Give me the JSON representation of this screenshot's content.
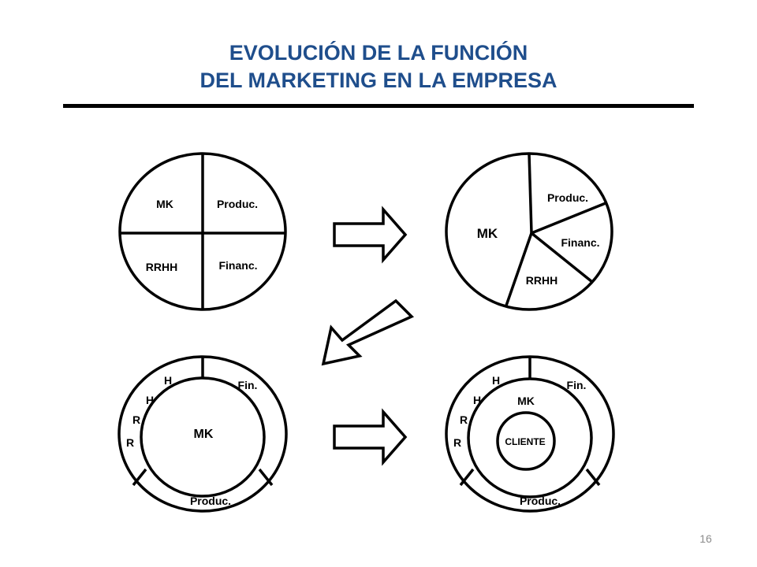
{
  "slide": {
    "title_line1": "EVOLUCIÓN DE LA FUNCIÓN",
    "title_line2": "DEL MARKETING EN LA EMPRESA",
    "page_number": "16",
    "accent_color": "#1f4e8c"
  },
  "stage1": {
    "mk": "MK",
    "produc": "Produc.",
    "rrhh": "RRHH",
    "financ": "Financ."
  },
  "stage2": {
    "mk": "MK",
    "produc": "Produc.",
    "financ": "Financ.",
    "rrhh": "RRHH"
  },
  "stage3": {
    "h1": "H",
    "h2": "H",
    "r1": "R",
    "r2": "R",
    "fin": "Fin.",
    "produc": "Produc.",
    "mk": "MK"
  },
  "stage4": {
    "h1": "H",
    "h2": "H",
    "r1": "R",
    "r2": "R",
    "fin": "Fin.",
    "produc": "Produc.",
    "mk": "MK",
    "cliente": "CLIENTE"
  }
}
